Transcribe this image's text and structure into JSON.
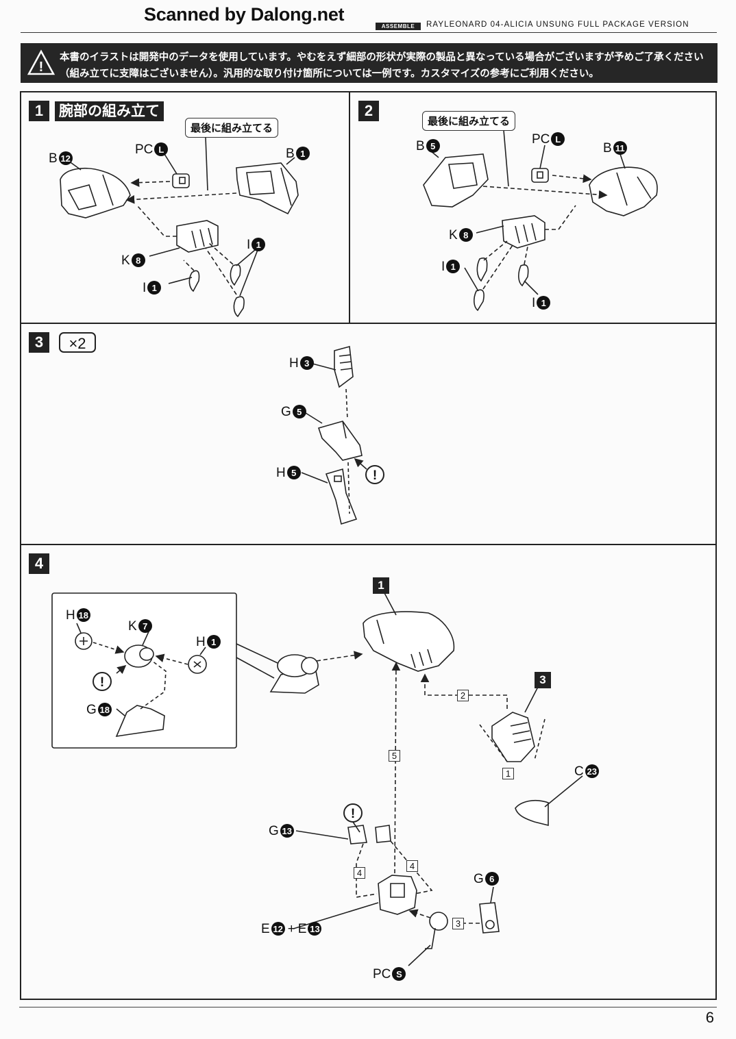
{
  "scan_credit": "Scanned by Dalong.net",
  "header": {
    "badge": "ASSEMBLE",
    "product": "RAYLEONARD 04-ALICIA UNSUNG FULL PACKAGE VERSION"
  },
  "notice": {
    "line1": "本書のイラストは開発中のデータを使用しています。やむをえず細部の形状が実際の製品と異なっている場合がございますが予めご了承ください",
    "line2": "（組み立てに支障はございません）。汎用的な取り付け箇所については一例です。カスタマイズの参考にご利用ください。"
  },
  "steps": {
    "s1": {
      "number": "1",
      "title": "腕部の組み立て",
      "callout": "最後に組み立てる",
      "labels": {
        "b12": {
          "letter": "B",
          "n": "12"
        },
        "pcl": {
          "letter": "PC",
          "n": "L"
        },
        "b1": {
          "letter": "B",
          "n": "1"
        },
        "k8": {
          "letter": "K",
          "n": "8"
        },
        "i1a": {
          "letter": "I",
          "n": "1"
        },
        "i1b": {
          "letter": "I",
          "n": "1"
        }
      }
    },
    "s2": {
      "number": "2",
      "callout": "最後に組み立てる",
      "labels": {
        "b5": {
          "letter": "B",
          "n": "5"
        },
        "pcl": {
          "letter": "PC",
          "n": "L"
        },
        "b11": {
          "letter": "B",
          "n": "11"
        },
        "k8": {
          "letter": "K",
          "n": "8"
        },
        "i1a": {
          "letter": "I",
          "n": "1"
        },
        "i1b": {
          "letter": "I",
          "n": "1"
        }
      }
    },
    "s3": {
      "number": "3",
      "multiplier": "×2",
      "labels": {
        "h3": {
          "letter": "H",
          "n": "3"
        },
        "g5": {
          "letter": "G",
          "n": "5"
        },
        "h5": {
          "letter": "H",
          "n": "5"
        }
      }
    },
    "s4": {
      "number": "4",
      "sub1": "1",
      "sub3": "3",
      "seq": [
        "2",
        "1",
        "5",
        "4",
        "4",
        "3"
      ],
      "labels": {
        "h18": {
          "letter": "H",
          "n": "18"
        },
        "k7": {
          "letter": "K",
          "n": "7"
        },
        "h1": {
          "letter": "H",
          "n": "1"
        },
        "g18": {
          "letter": "G",
          "n": "18"
        },
        "c23": {
          "letter": "C",
          "n": "23"
        },
        "g13": {
          "letter": "G",
          "n": "13"
        },
        "g6": {
          "letter": "G",
          "n": "6"
        },
        "pcs": {
          "letter": "PC",
          "n": "S"
        }
      },
      "e_combo": {
        "a": "E",
        "an": "12",
        "plus": "+",
        "b": "E",
        "bn": "13"
      }
    }
  },
  "warning_glyph": "!",
  "page_number": "6",
  "colors": {
    "ink": "#111111",
    "notice_bg": "#262626",
    "paper": "#fbfbfb",
    "ghost": "#d9d9d9"
  }
}
